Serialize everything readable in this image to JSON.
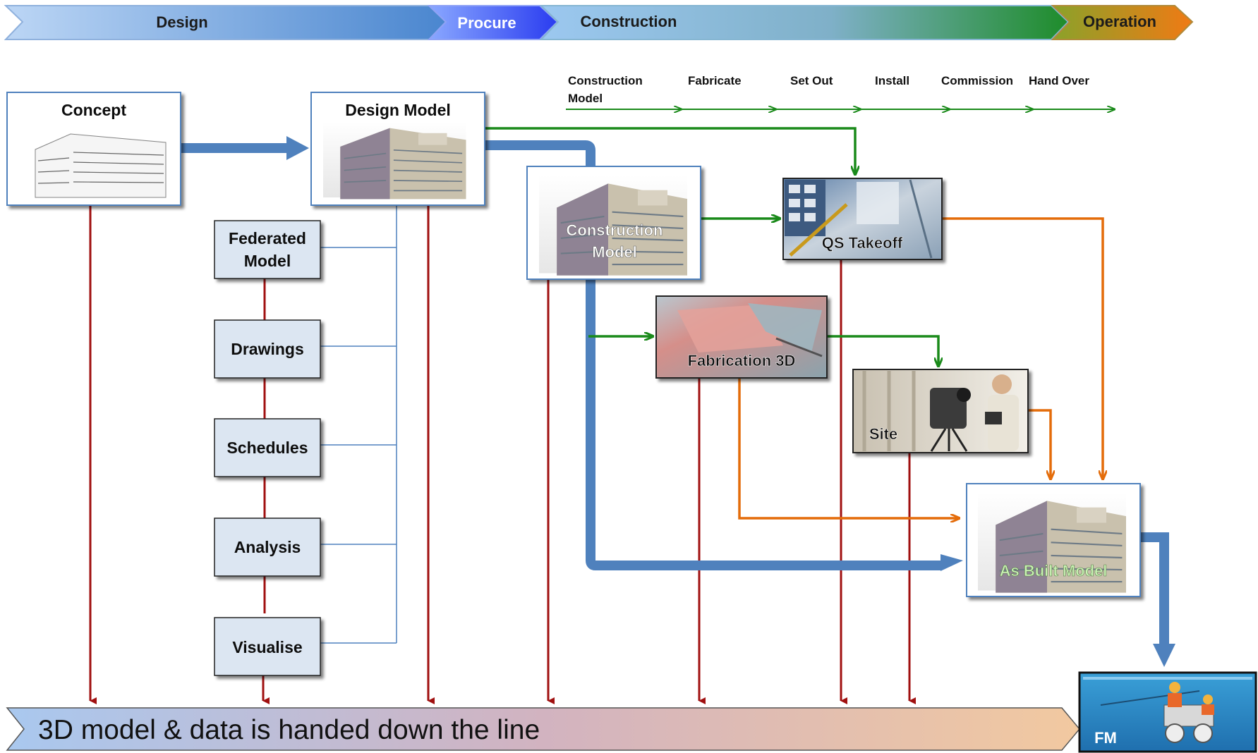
{
  "phases": {
    "design": "Design",
    "procure": "Procure",
    "construction": "Construction",
    "operation": "Operation"
  },
  "steps": {
    "construction_model_line1": "Construction",
    "construction_model_line2": "Model",
    "fabricate": "Fabricate",
    "set_out": "Set Out",
    "install": "Install",
    "commission": "Commission",
    "hand_over": "Hand Over"
  },
  "nodes": {
    "concept": "Concept",
    "design_model": "Design Model",
    "federated_line1": "Federated",
    "federated_line2": "Model",
    "drawings": "Drawings",
    "schedules": "Schedules",
    "analysis": "Analysis",
    "visualise": "Visualise",
    "construction_model_line1": "Construction",
    "construction_model_line2": "Model",
    "qs_takeoff": "QS Takeoff",
    "fabrication_3d": "Fabrication 3D",
    "site": "Site",
    "as_built_model": "As Built Model",
    "fm": "FM"
  },
  "bottom_banner": "3D model & data is handed down the line",
  "colors": {
    "handover_line": "#a01010",
    "blue_flow": "#4f81bd",
    "green_flow": "#1a8a1a",
    "orange_flow": "#e46c0a",
    "link_line": "#4f81bd",
    "box_fill": "#dce6f2"
  }
}
